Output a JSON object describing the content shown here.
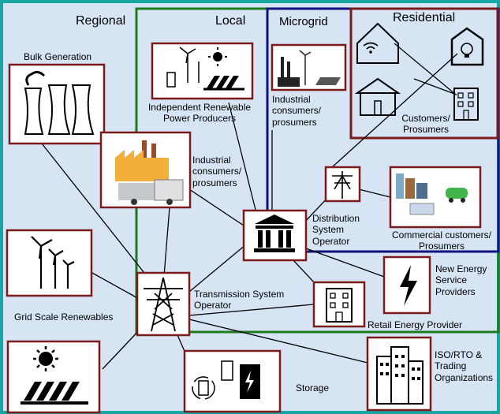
{
  "regions": {
    "regional": "Regional",
    "local": "Local",
    "microgrid": "Microgrid",
    "residential": "Residential"
  },
  "nodes": {
    "bulk_generation": "Bulk Generation",
    "independent_renewable": "Independent Renewable Power Producers",
    "industrial_local": "Industrial consumers/ prosumers",
    "industrial_microgrid": "Industrial consumers/ prosumers",
    "customers_prosumers": "Customers/ Prosumers",
    "distribution_operator": "Distribution System Operator",
    "commercial_customers": "Commercial customers/ Prosumers",
    "new_energy_service": "New Energy Service Providers",
    "grid_scale_renewables": "Grid Scale Renewables",
    "transmission_operator": "Transmission System Operator",
    "retail_energy": "Retail Energy Provider",
    "iso_rto": "ISO/RTO & Trading Organizations",
    "storage": "Storage"
  },
  "colors": {
    "background": "#d6e4f4",
    "regional_border": "#1aa5a5",
    "local_border": "#1e7a1e",
    "microgrid_border": "#101080",
    "residential_border": "#7a1a1a",
    "node_border": "#7a1a1a"
  }
}
